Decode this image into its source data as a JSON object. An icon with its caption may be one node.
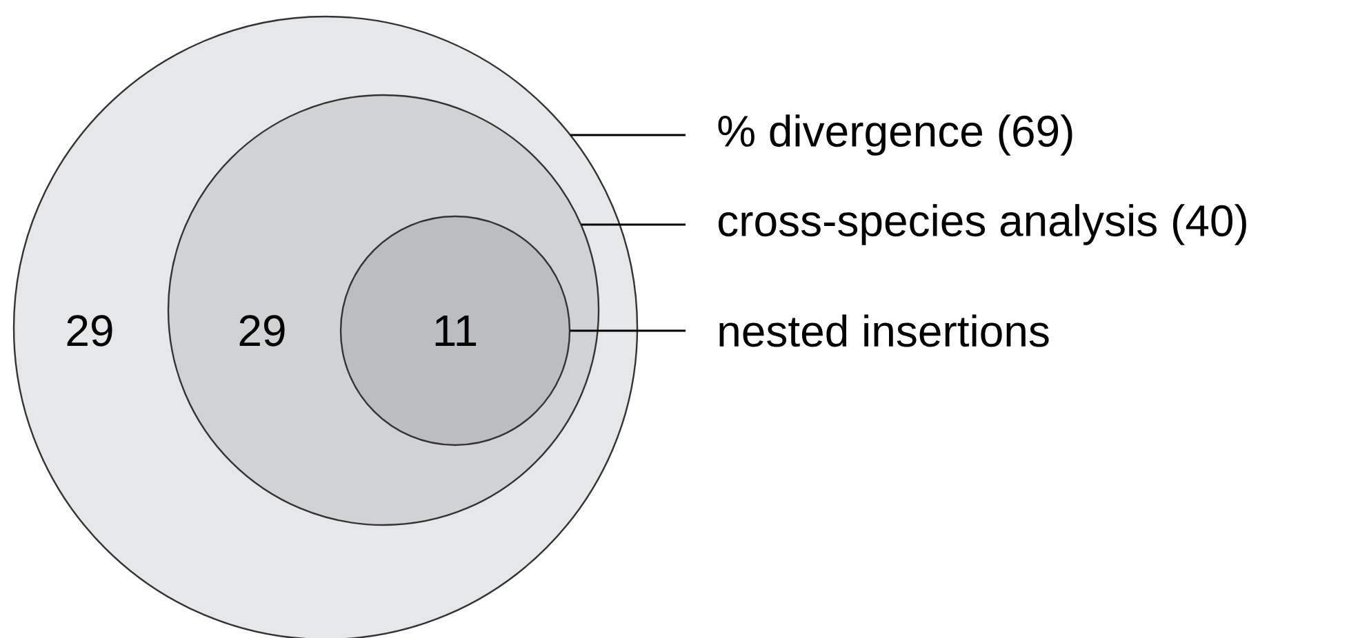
{
  "diagram": {
    "nodes": [
      {
        "text": [
          "29"
        ]
      },
      {
        "text": [
          "29"
        ],
        "in": 0
      },
      {
        "text": [
          "11"
        ],
        "in": 1
      },
      {
        "text": [
          "% divergence (69)"
        ]
      },
      {
        "text": [
          "cross-species analysis (40)"
        ]
      },
      {
        "text": [
          "nested insertions"
        ]
      }
    ],
    "edges": [
      {
        "from": 3,
        "to": 0,
        "arrow": "none"
      },
      {
        "from": 4,
        "to": 1,
        "arrow": "none"
      },
      {
        "from": 5,
        "to": 2,
        "arrow": "none"
      }
    ]
  }
}
